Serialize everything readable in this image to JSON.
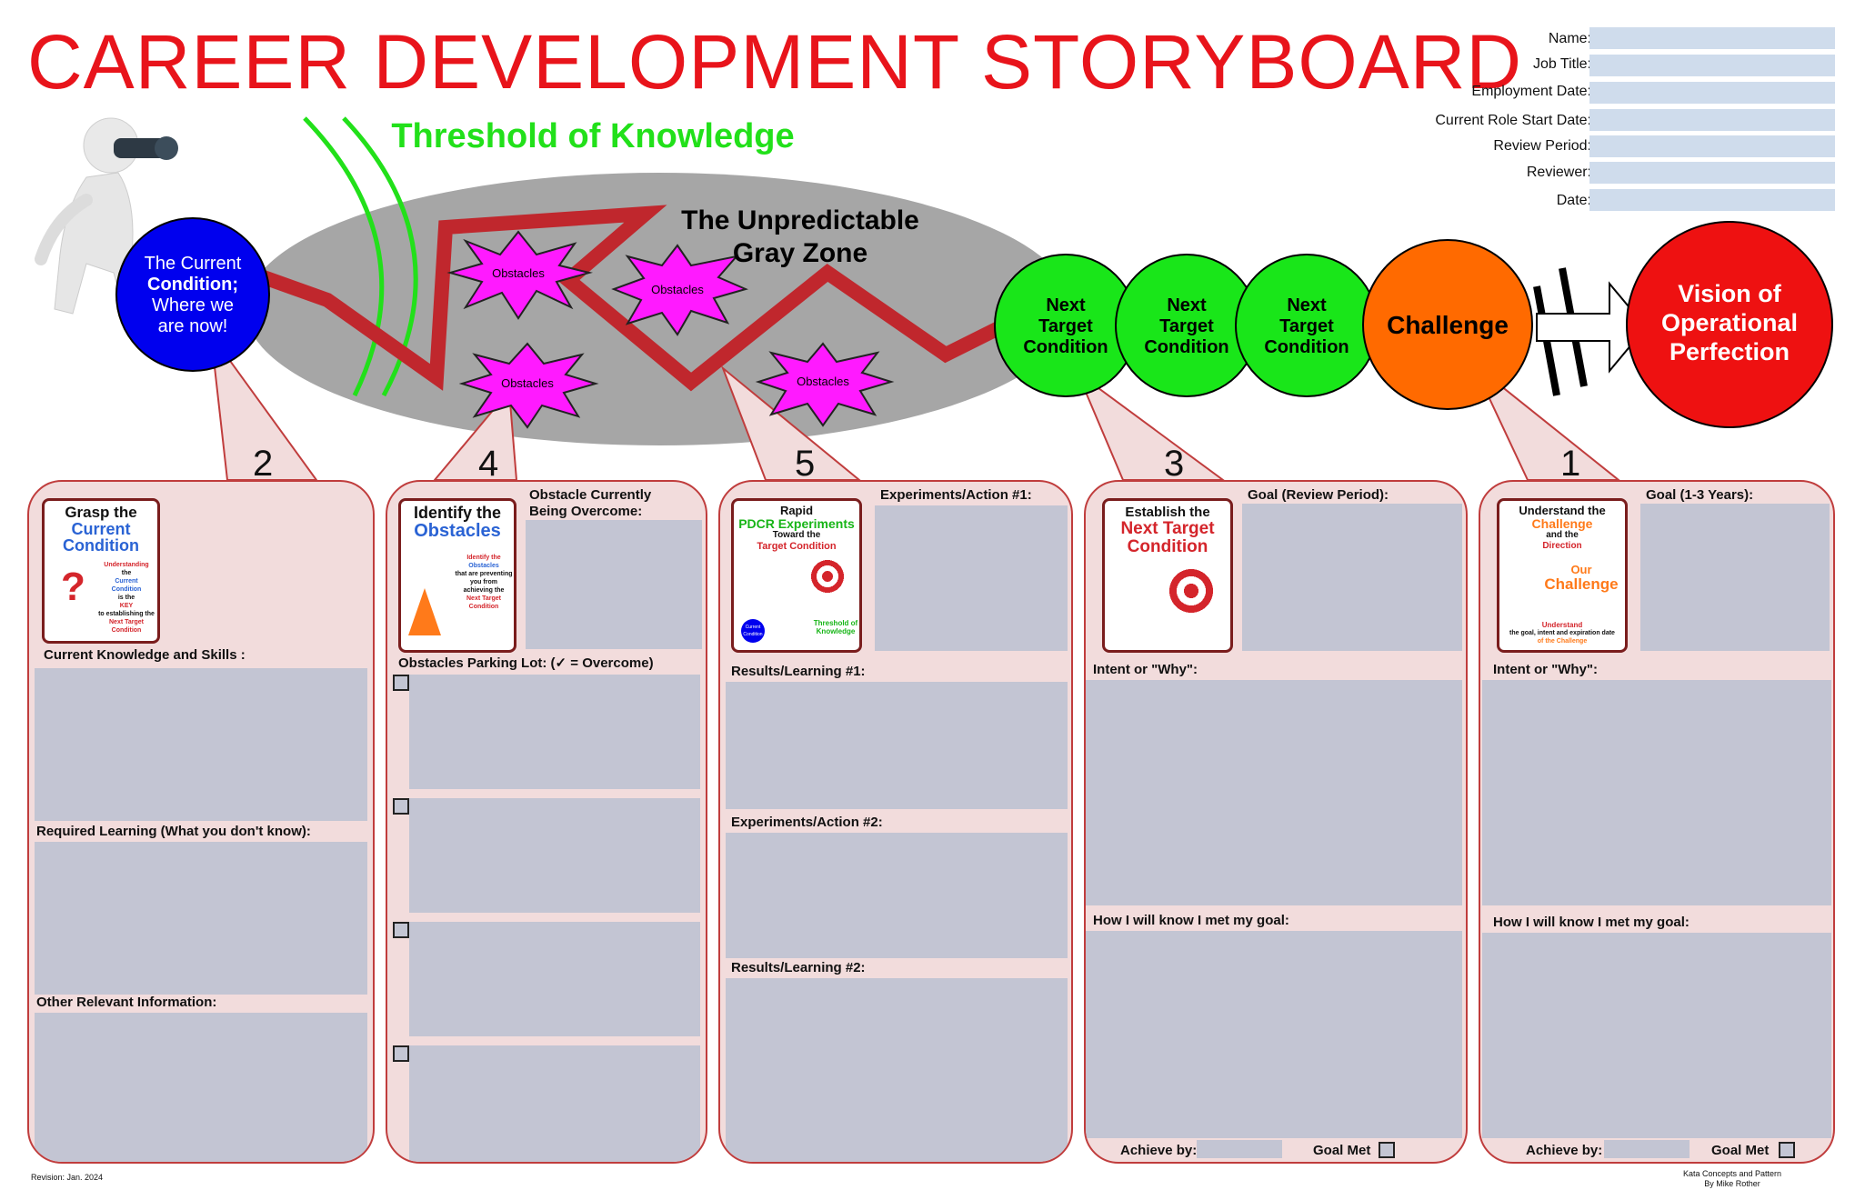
{
  "title": "CAREER DEVELOPMENT STORYBOARD",
  "header_fields": [
    "Name:",
    "Job Title:",
    "Employment Date:",
    "Current Role Start Date:",
    "Review Period:",
    "Reviewer:",
    "Date:"
  ],
  "map": {
    "threshold": "Threshold of Knowledge",
    "gray_zone_line1": "The Unpredictable",
    "gray_zone_line2": "Gray Zone",
    "current_condition": [
      "The Current",
      "Condition;",
      "Where we",
      "are now!"
    ],
    "obstacle_label": "Obstacles",
    "ntc_line1": "Next",
    "ntc_line2": "Target",
    "ntc_line3": "Condition",
    "challenge": "Challenge",
    "vision": [
      "Vision of",
      "Operational",
      "Perfection"
    ]
  },
  "panels": {
    "p2": {
      "number": "2",
      "card_title_1": "Grasp the",
      "card_title_2": "Current",
      "card_title_3": "Condition",
      "card_text": [
        "Understanding",
        "the",
        "Current",
        "Condition",
        "is the",
        "KEY",
        "to establishing the",
        "Next Target",
        "Condition"
      ],
      "label_1": "Current Knowledge and Skills :",
      "label_2": "Required Learning (What you don't know):",
      "label_3": "Other Relevant Information:"
    },
    "p4": {
      "number": "4",
      "card_title_1": "Identify the",
      "card_title_2": "Obstacles",
      "card_text": [
        "Identify the",
        "Obstacles",
        "that are preventing",
        "you from",
        "achieving the",
        "Next Target",
        "Condition"
      ],
      "label_overcoming_1": "Obstacle Currently",
      "label_overcoming_2": "Being Overcome:",
      "label_parking": "Obstacles Parking Lot: (✓ = Overcome)"
    },
    "p5": {
      "number": "5",
      "card_title_1": "Rapid",
      "card_title_2": "PDCR Experiments",
      "card_title_3": "Toward the",
      "card_title_4": "Target Condition",
      "card_text_1": "Threshold of",
      "card_text_2": "Knowledge",
      "card_text_3": "Current Condition",
      "label_exp1": "Experiments/Action #1:",
      "label_res1": "Results/Learning #1:",
      "label_exp2": "Experiments/Action #2:",
      "label_res2": "Results/Learning #2:"
    },
    "p3": {
      "number": "3",
      "card_title_1": "Establish the",
      "card_title_2": "Next Target",
      "card_title_3": "Condition",
      "label_goal": "Goal (Review Period):",
      "label_intent": "Intent or \"Why\":",
      "label_know": "How I will know I met my goal:",
      "label_achieve": "Achieve by:",
      "label_goal_met": "Goal Met"
    },
    "p1": {
      "number": "1",
      "card_title_1": "Understand the",
      "card_title_2": "Challenge",
      "card_title_3": "and the",
      "card_title_4": "Direction",
      "card_text_1": "Our",
      "card_text_2": "Challenge",
      "card_text_3": "Understand",
      "card_text_4": "the goal, intent and expiration date",
      "card_text_5": "of the Challenge",
      "label_goal": "Goal (1-3 Years):",
      "label_intent": "Intent or \"Why\":",
      "label_know": "How I will know I met my goal:",
      "label_achieve": "Achieve by:",
      "label_goal_met": "Goal Met"
    }
  },
  "footer": {
    "revision": "Revision: Jan. 2024",
    "credit_1": "Kata Concepts and Pattern",
    "credit_2": "By Mike Rother"
  },
  "colors": {
    "title": "#e8141b",
    "current_condition": "#0000ee",
    "threshold": "#22e01a",
    "next_target": "#19e619",
    "challenge": "#ff6a00",
    "vision": "#ee1111",
    "obstacles": "#ff1aff",
    "path": "#c0272d",
    "panel_fill": "#f2dcdc",
    "input_fill": "#c3c5d3"
  }
}
